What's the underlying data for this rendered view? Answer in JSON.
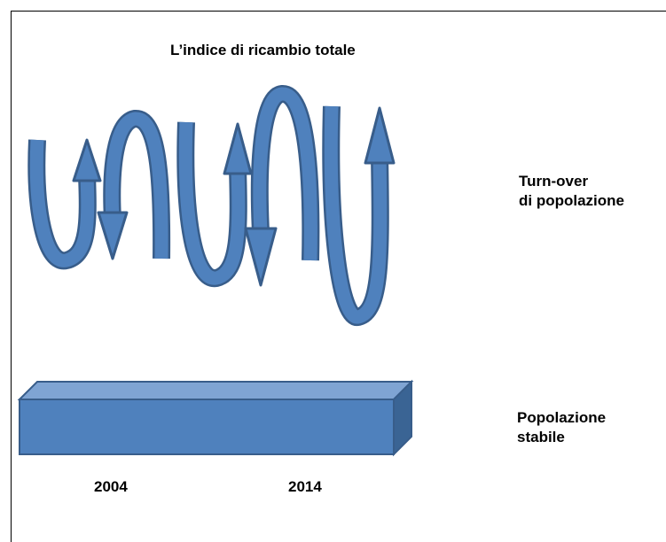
{
  "title": "L’indice di ricambio totale",
  "turnover_label": {
    "line1": "Turn-over",
    "line2": "di popolazione"
  },
  "stable_label": {
    "line1": "Popolazione",
    "line2": "stabile"
  },
  "years": [
    "2004",
    "2014"
  ],
  "colors": {
    "arrow_fill": "#4f81bd",
    "arrow_stroke": "#385d8a",
    "box_front": "#4f81bd",
    "box_top": "#7fa4d3",
    "box_side": "#3a6494"
  }
}
